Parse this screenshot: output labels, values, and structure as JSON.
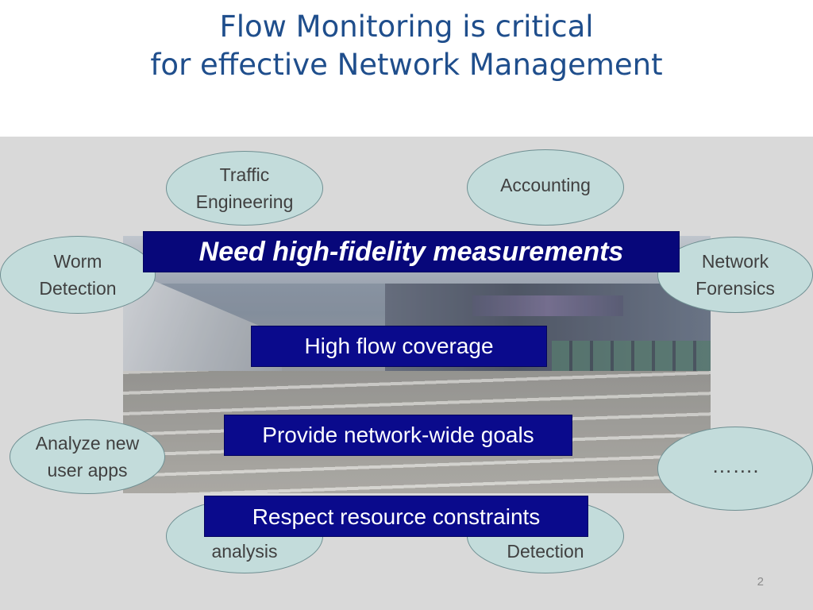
{
  "title": {
    "line1": "Flow Monitoring is critical",
    "line2": "for effective Network Management"
  },
  "applications": [
    {
      "id": "traffic-engineering",
      "label": "Traffic\nEngineering"
    },
    {
      "id": "accounting",
      "label": "Accounting"
    },
    {
      "id": "worm-detection",
      "label": "Worm\nDetection"
    },
    {
      "id": "network-forensics",
      "label": "Network\nForensics"
    },
    {
      "id": "analyze-new-user-apps",
      "label": "Analyze new\nuser apps"
    },
    {
      "id": "more",
      "label": "……."
    },
    {
      "id": "analysis",
      "label": "analysis"
    },
    {
      "id": "detection",
      "label": "Detection"
    }
  ],
  "requirements": {
    "heading": "Need high-fidelity measurements",
    "items": [
      "High flow coverage",
      "Provide network-wide goals",
      "Respect resource constraints"
    ]
  },
  "page_number": "2",
  "colors": {
    "title": "#1f4e8c",
    "ellipse_fill": "#c3dcdb",
    "box_fill": "#0a0a8c",
    "panel": "#d9d9d9"
  }
}
